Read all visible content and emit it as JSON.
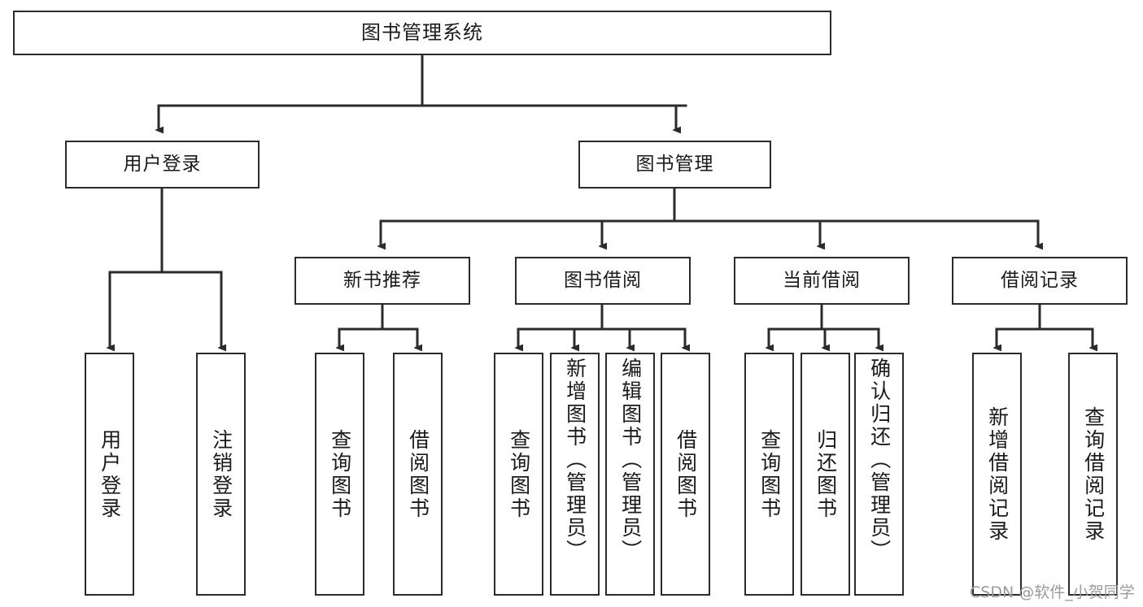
{
  "diagram": {
    "title": "图书管理系统",
    "type": "tree",
    "orientation": "top-down",
    "colors": {
      "background": "#ffffff",
      "node_border": "#2b2b2b",
      "node_fill": "#ffffff",
      "edge": "#2b2b2b",
      "text": "#1a1a1a",
      "watermark": "#9a9a9a"
    },
    "root": {
      "label": "图书管理系统"
    },
    "level2": [
      {
        "id": "user-login",
        "label": "用户登录"
      },
      {
        "id": "book-manage",
        "label": "图书管理"
      }
    ],
    "level3": [
      {
        "id": "new-book-recommend",
        "label": "新书推荐"
      },
      {
        "id": "book-borrow",
        "label": "图书借阅"
      },
      {
        "id": "current-borrow",
        "label": "当前借阅"
      },
      {
        "id": "borrow-record",
        "label": "借阅记录"
      }
    ],
    "leaves": {
      "user_login": [
        {
          "id": "leaf-user-login",
          "label": "用户登录"
        },
        {
          "id": "leaf-logout",
          "label": "注销登录"
        }
      ],
      "new_book_recommend": [
        {
          "id": "leaf-query-book-1",
          "label": "查询图书"
        },
        {
          "id": "leaf-borrow-book-1",
          "label": "借阅图书"
        }
      ],
      "book_borrow": [
        {
          "id": "leaf-query-book-2",
          "label": "查询图书"
        },
        {
          "id": "leaf-add-book",
          "label": "新增图书（管理员）"
        },
        {
          "id": "leaf-edit-book",
          "label": "编辑图书（管理员）"
        },
        {
          "id": "leaf-borrow-book-2",
          "label": "借阅图书"
        }
      ],
      "current_borrow": [
        {
          "id": "leaf-query-book-3",
          "label": "查询图书"
        },
        {
          "id": "leaf-return-book",
          "label": "归还图书"
        },
        {
          "id": "leaf-confirm-return",
          "label": "确认归还（管理员）"
        }
      ],
      "borrow_record": [
        {
          "id": "leaf-add-record",
          "label": "新增借阅记录"
        },
        {
          "id": "leaf-query-record",
          "label": "查询借阅记录"
        }
      ]
    }
  },
  "watermark": {
    "text": "CSDN @软件_小贺同学"
  }
}
